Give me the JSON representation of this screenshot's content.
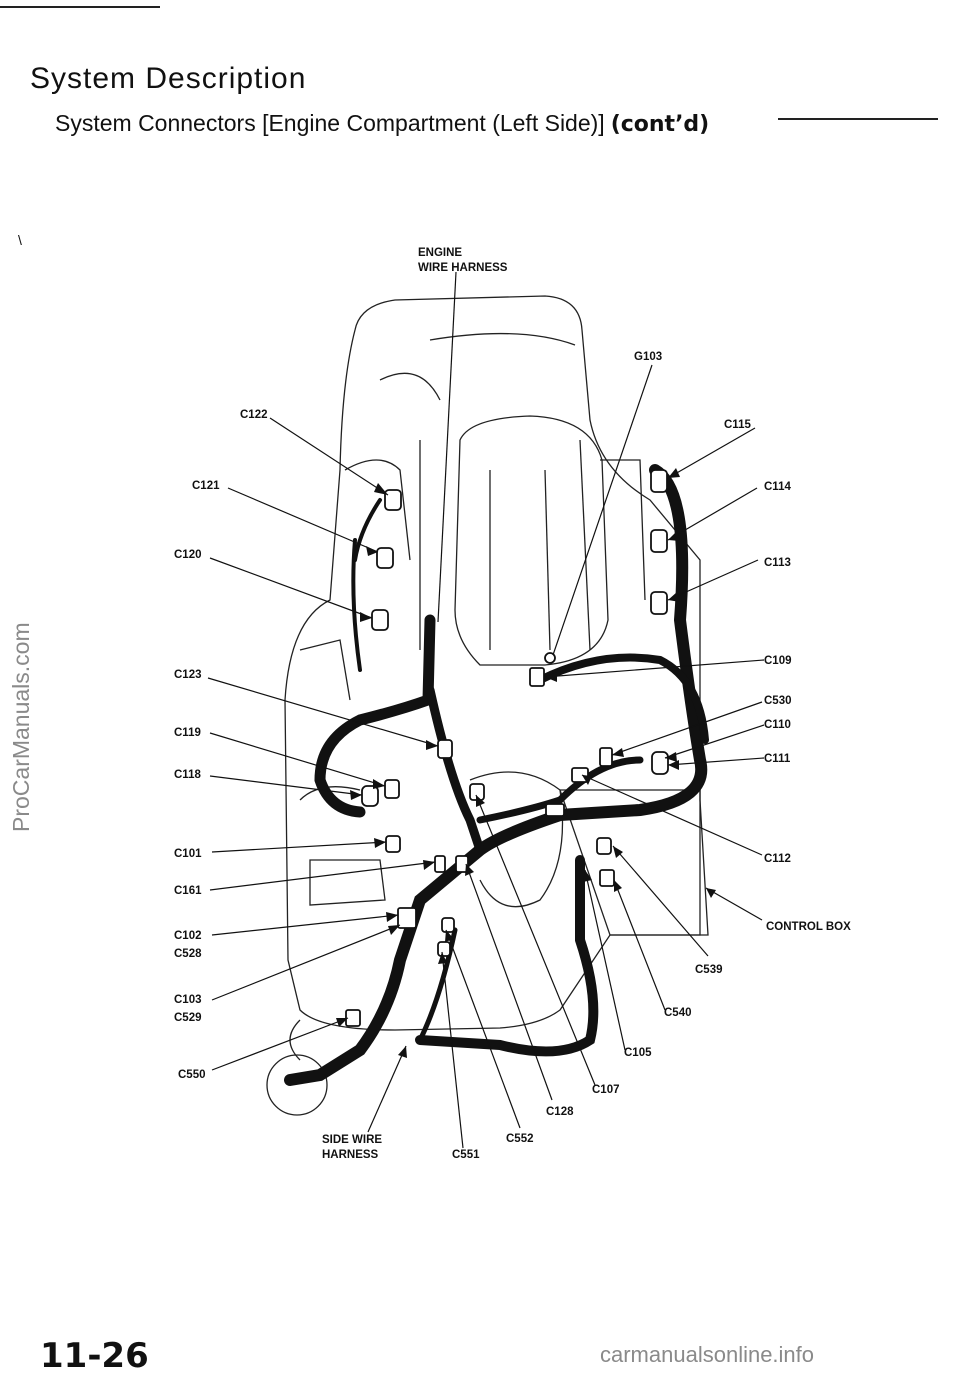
{
  "page": {
    "title": "System Description",
    "subtitle": "System Connectors [Engine Compartment (Left Side)]",
    "contd": "(cont’d)",
    "page_number": "11-26",
    "side_watermark": "ProCarManuals.com",
    "footer_watermark": "carmanualsonline.info"
  },
  "labels": {
    "engine_harness_1": "ENGINE",
    "engine_harness_2": "WIRE HARNESS",
    "g103": "G103",
    "c122": "C122",
    "c115": "C115",
    "c121": "C121",
    "c114": "C114",
    "c120": "C120",
    "c113": "C113",
    "c123": "C123",
    "c109": "C109",
    "c530": "C530",
    "c110": "C110",
    "c119": "C119",
    "c111": "C111",
    "c118": "C118",
    "c101": "C101",
    "c112": "C112",
    "c161": "C161",
    "control_box": "CONTROL BOX",
    "c102": "C102",
    "c528": "C528",
    "c539": "C539",
    "c103": "C103",
    "c529": "C529",
    "c540": "C540",
    "c105": "C105",
    "c550": "C550",
    "c107": "C107",
    "c128": "C128",
    "side_harness_1": "SIDE WIRE",
    "side_harness_2": "HARNESS",
    "c552": "C552",
    "c551": "C551"
  }
}
